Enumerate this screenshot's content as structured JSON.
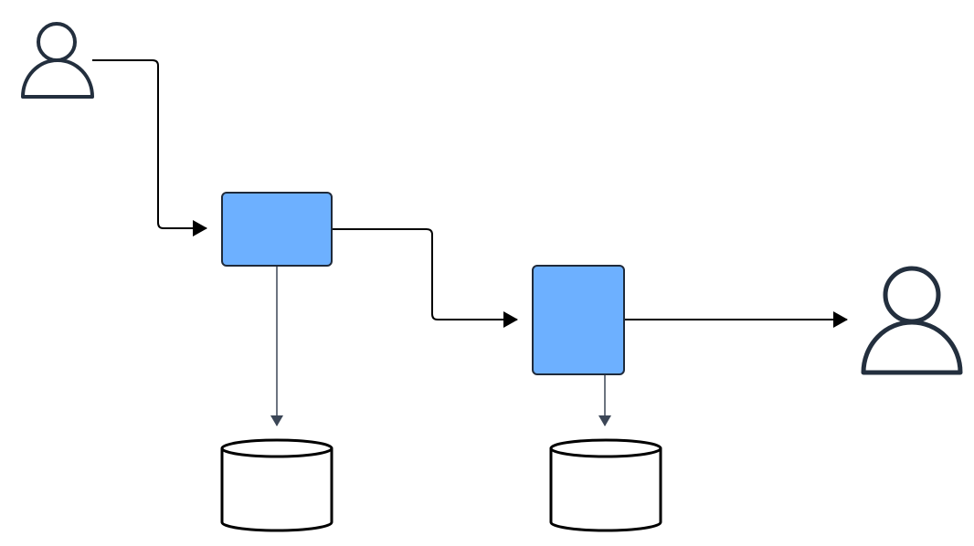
{
  "diagram": {
    "nodes": [
      {
        "id": "user-source",
        "kind": "actor",
        "icon": "user-icon",
        "label": ""
      },
      {
        "id": "process-1",
        "kind": "process",
        "label": ""
      },
      {
        "id": "process-2",
        "kind": "process",
        "label": ""
      },
      {
        "id": "datastore-1",
        "kind": "datastore",
        "icon": "database-icon",
        "label": ""
      },
      {
        "id": "datastore-2",
        "kind": "datastore",
        "icon": "database-icon",
        "label": ""
      },
      {
        "id": "user-destination",
        "kind": "actor",
        "icon": "user-icon",
        "label": ""
      }
    ],
    "edges": [
      {
        "from": "user-source",
        "to": "process-1"
      },
      {
        "from": "process-1",
        "to": "process-2"
      },
      {
        "from": "process-2",
        "to": "user-destination"
      },
      {
        "from": "process-1",
        "to": "datastore-1"
      },
      {
        "from": "process-2",
        "to": "datastore-2"
      }
    ]
  },
  "colors": {
    "process_fill": "#6db0ff",
    "process_stroke": "#1f2a3a",
    "actor_stroke": "#232f3e",
    "edge_stroke": "#000000",
    "store_edge_stroke": "#3b4656",
    "datastore_fill": "#ffffff",
    "datastore_stroke": "#000000"
  }
}
